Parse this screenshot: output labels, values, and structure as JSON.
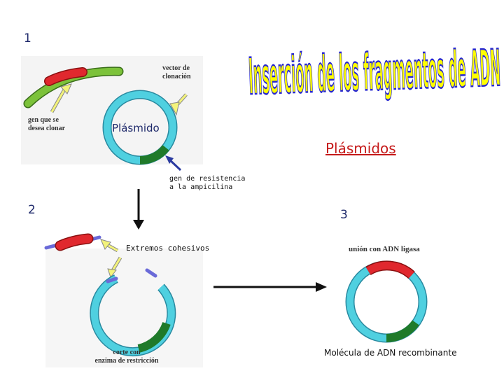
{
  "steps": {
    "s1": "1",
    "s2": "2",
    "s3": "3"
  },
  "title": "Inserción de los fragmentos de ADN",
  "plasmids_heading": "Plásmidos",
  "panel1": {
    "vector_label_line1": "vector de",
    "vector_label_line2": "clonación",
    "gene_label_line1": "gen que se",
    "gene_label_line2": "desea clonar",
    "plasmid_label": "Plásmido",
    "resistance_line1": "gen de resistencia",
    "resistance_line2": "a la ampicilina"
  },
  "panel2": {
    "sticky_ends": "Extremos cohesivos",
    "cut_line1": "corte con",
    "cut_line2": "enzima de restricción"
  },
  "panel3": {
    "ligase": "unión con ADN ligasa",
    "recombinant": "Molécula de ADN recombinante"
  },
  "colors": {
    "plasmid": "#4fd0e0",
    "gene": "#e0282e",
    "resistance": "#1f7a2a",
    "dna_green": "#6aaa2a",
    "sticky": "#6a6ad8",
    "title": "#2626d0",
    "arrow": "#f0f070"
  }
}
